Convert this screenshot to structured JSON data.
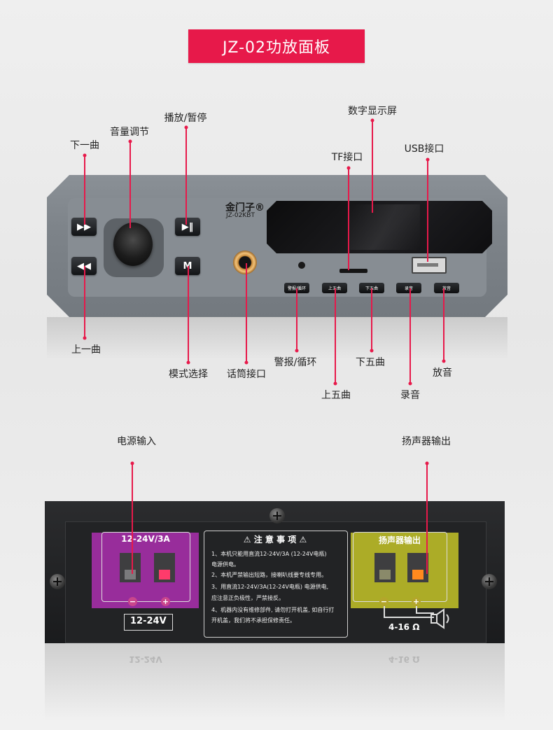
{
  "title": "JZ-02功放面板",
  "front_panel": {
    "brand": "金门子®",
    "model": "JZ-02KBT",
    "buttons": {
      "next": "▶▶",
      "play_pause": "▶‖",
      "prev": "◀◀",
      "mode": "M"
    },
    "keys": [
      "警报/循环",
      "上五曲",
      "下五曲",
      "录音",
      "放音"
    ],
    "callouts": {
      "next_track": "下一曲",
      "volume": "音量调节",
      "play_pause": "播放/暂停",
      "display": "数字显示屏",
      "tf_slot": "TF接口",
      "usb": "USB接口",
      "prev_track": "上一曲",
      "mode_select": "模式选择",
      "mic_jack": "话筒接口",
      "alarm_loop": "警报/循环",
      "next_five": "下五曲",
      "playback": "放音",
      "prev_five": "上五曲",
      "record": "录音"
    }
  },
  "back_panel": {
    "callouts": {
      "power_input": "电源输入",
      "speaker_output": "扬声器输出"
    },
    "power_box_title": "12-24V/3A",
    "power_label": "12-24V",
    "speaker_box_title": "扬声器输出",
    "speaker_impedance": "4-16 Ω",
    "minus": "−",
    "plus": "+",
    "caution_title": "⚠ 注 意 事 项 ⚠",
    "caution_lines": [
      "1、本机只能用直流12-24V/3A (12-24V电瓶)",
      "电源供电。",
      "2、本机严禁输出短路，接喇叭线要专线专用。",
      "3、用直流12-24V/3A(12-24V电瓶) 电源供电,",
      "应注意正负极性，严禁接反。",
      "4、机器内没有维修部件, 请勿打开机盖, 如自行打",
      "开机盖，我们将不承担保修责任。"
    ]
  },
  "colors": {
    "accent": "#e7194a",
    "power_zone": "#a32fa5",
    "speaker_zone": "#b8b927",
    "red_terminal": "#ff3b6b",
    "orange_terminal": "#ff8a1e"
  }
}
